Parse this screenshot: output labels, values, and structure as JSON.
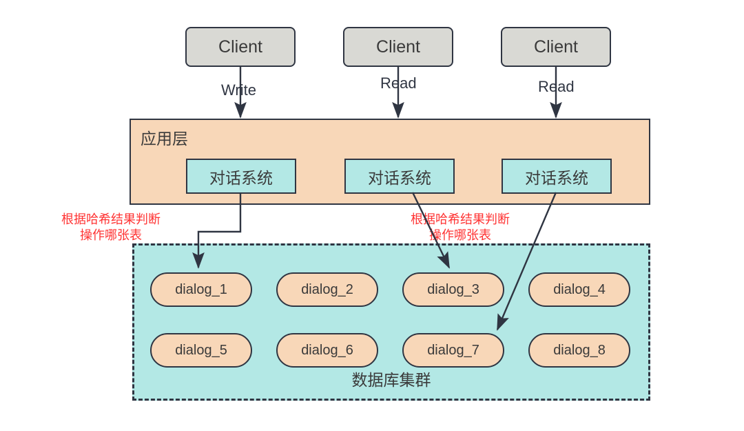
{
  "diagram": {
    "title": "Database Sharding Architecture",
    "colors": {
      "client_fill": "#d9d9d4",
      "app_layer_fill": "#f8d7b8",
      "dialog_system_fill": "#b3e8e5",
      "db_cluster_fill": "#b3e8e5",
      "dialog_node_fill": "#f8d7b8",
      "stroke": "#2f3542",
      "annotation_red": "#ff3333",
      "text": "#3a3a3a",
      "background": "#ffffff"
    }
  },
  "clients": [
    {
      "label": "Client",
      "edge_label": "Write"
    },
    {
      "label": "Client",
      "edge_label": "Read"
    },
    {
      "label": "Client",
      "edge_label": "Read"
    }
  ],
  "app_layer": {
    "title": "应用层",
    "services": [
      {
        "label": "对话系统"
      },
      {
        "label": "对话系统"
      },
      {
        "label": "对话系统"
      }
    ]
  },
  "annotations": [
    {
      "line1": "根据哈希结果判断",
      "line2": "操作哪张表"
    },
    {
      "line1": "根据哈希结果判断",
      "line2": "操作哪张表"
    }
  ],
  "db_cluster": {
    "title": "数据库集群",
    "nodes": [
      {
        "label": "dialog_1"
      },
      {
        "label": "dialog_2"
      },
      {
        "label": "dialog_3"
      },
      {
        "label": "dialog_4"
      },
      {
        "label": "dialog_5"
      },
      {
        "label": "dialog_6"
      },
      {
        "label": "dialog_7"
      },
      {
        "label": "dialog_8"
      }
    ]
  }
}
